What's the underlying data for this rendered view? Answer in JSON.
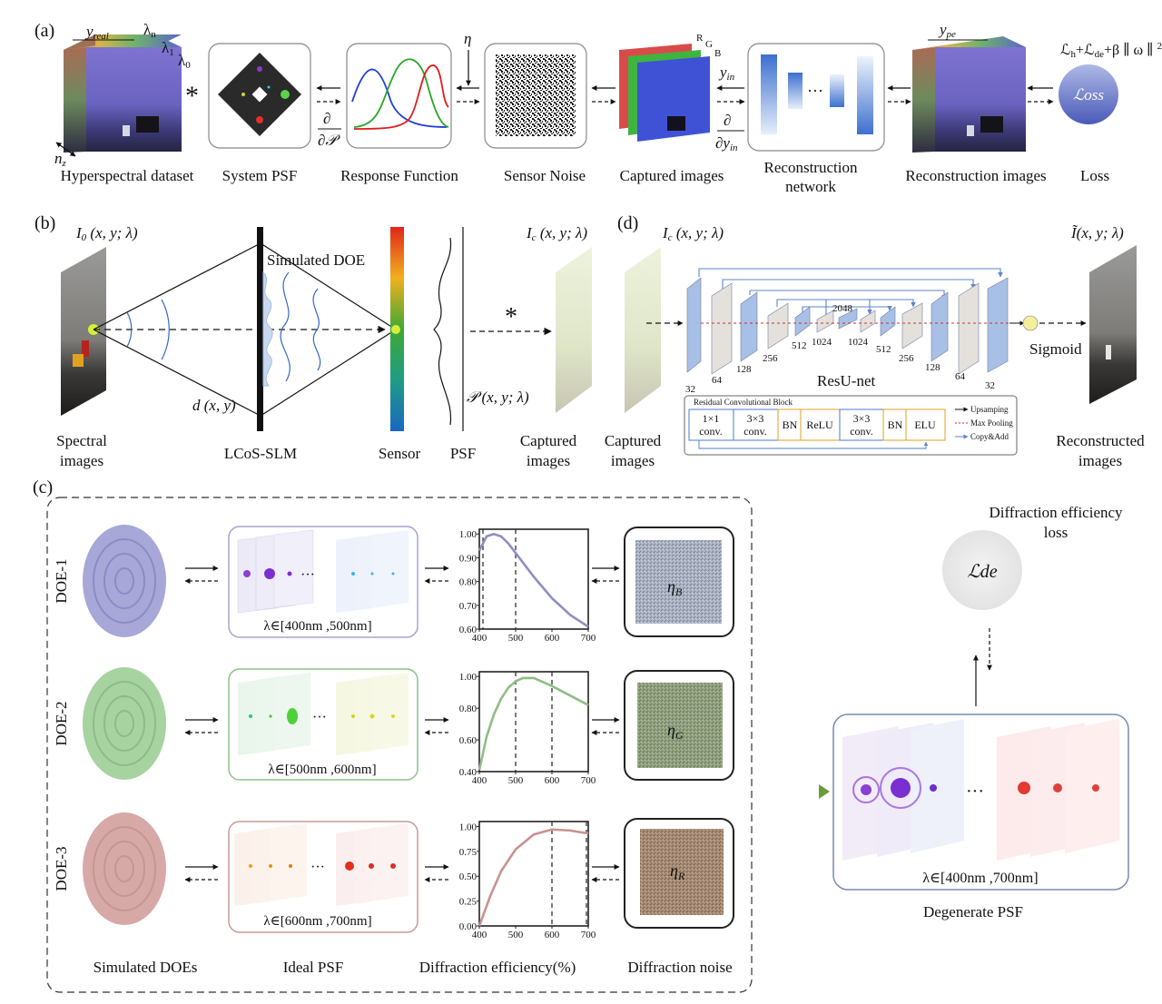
{
  "panel_a": {
    "tag": "(a)",
    "cube_labels": {
      "yreal": "y",
      "yreal_sub": "real",
      "lam_n": "λ",
      "lam_n_sub": "n",
      "lam_1": "λ",
      "lam_1_sub": "1",
      "lam_0": "λ",
      "lam_0_sub": "0",
      "nz": "n",
      "nz_sub": "z"
    },
    "conv_symbol": "*",
    "eta": "η",
    "partial_p_num": "∂",
    "partial_p_den": "∂𝒫",
    "y_in": "y",
    "y_in_sub": "in",
    "partial_y_num": "∂",
    "partial_y_den": "∂y",
    "partial_y_den_sub": "in",
    "rgb": [
      "R",
      "G",
      "B"
    ],
    "dots": "···",
    "ype": "y",
    "ype_sub": "pe",
    "loss_formula": "ℒ",
    "loss_formula_parts": [
      "h",
      "+ℒ",
      "de",
      "+β ∥ ω ∥ ",
      "2"
    ],
    "loss_circle": "ℒoss",
    "captions": [
      "Hyperspectral dataset",
      "System PSF",
      "Response Function",
      "Sensor Noise",
      "Captured  images",
      "Reconstruction",
      "network",
      "Reconstruction images",
      "Loss"
    ]
  },
  "panel_b": {
    "tag": "(b)",
    "i0": "I",
    "i0_sub": "0",
    "i0_args": " (x, y; λ)",
    "doe_label": "Simulated DOE",
    "d_label": "d (x, y)",
    "psf_label": "𝒫 (x, y; λ)",
    "conv_symbol": "*",
    "ic": "I",
    "ic_sub": "c",
    "ic_args": " (x, y; λ)",
    "captions": [
      "Spectral",
      "images",
      "LCoS-SLM",
      "Sensor",
      "PSF",
      "Captured",
      "images"
    ]
  },
  "panel_d": {
    "tag": "(d)",
    "ic": "I",
    "ic_sub": "c",
    "ic_args": " (x, y; λ)",
    "itilde": "Ĩ(x, y; λ)",
    "channels_down": [
      "32",
      "64",
      "128",
      "256",
      "512",
      "1024"
    ],
    "channel_bottom": "2048",
    "channels_up": [
      "1024",
      "512",
      "256",
      "128",
      "64",
      "32"
    ],
    "net_name": "ResU-net",
    "sigmoid": "Sigmoid",
    "block_title": "Residual Convolutional Block",
    "block_cells": [
      "1×1",
      "conv.",
      "3×3",
      "conv.",
      "BN",
      "ReLU",
      "3×3",
      "conv.",
      "BN",
      "ELU"
    ],
    "legend": [
      "Upsamping",
      "Max Pooling",
      "Copy&Add"
    ],
    "captions": [
      "Captured",
      "images",
      "Reconstructed",
      "images"
    ]
  },
  "panel_c": {
    "tag": "(c)",
    "doe_names": [
      "DOE-1",
      "DOE-2",
      "DOE-3"
    ],
    "ranges": [
      "λ∈[400nm ,500nm]",
      "λ∈[500nm ,600nm]",
      "λ∈[600nm ,700nm]"
    ],
    "dots": "···",
    "noise": [
      "η",
      "B",
      "η",
      "G",
      "η",
      "R"
    ],
    "captions": [
      "Simulated DOEs",
      "Ideal PSF",
      "Diffraction efficiency(%)",
      "Diffraction noise"
    ],
    "de_loss_title": [
      "Diffraction efficiency",
      "loss"
    ],
    "de_loss_symbol": "ℒde",
    "degenerate_range": "λ∈[400nm ,700nm]",
    "degenerate_caption": "Degenerate PSF"
  },
  "chart_data": [
    {
      "type": "line",
      "x": [
        400,
        420,
        440,
        460,
        480,
        500,
        550,
        600,
        650,
        700
      ],
      "series": [
        {
          "values": [
            0.93,
            0.99,
            1.0,
            0.99,
            0.96,
            0.92,
            0.82,
            0.73,
            0.66,
            0.61
          ]
        }
      ],
      "xticks": [
        "400",
        "500",
        "600",
        "700"
      ],
      "yticks": [
        "0.60",
        "0.70",
        "0.80",
        "0.90",
        "1.00"
      ],
      "xlim": [
        400,
        700
      ],
      "ylim": [
        0.6,
        1.02
      ],
      "vlines": [
        410,
        500
      ],
      "color": "#8e8fc2"
    },
    {
      "type": "line",
      "x": [
        400,
        420,
        440,
        460,
        480,
        500,
        520,
        550,
        600,
        650,
        700
      ],
      "series": [
        {
          "values": [
            0.41,
            0.62,
            0.76,
            0.86,
            0.93,
            0.97,
            0.99,
            0.99,
            0.94,
            0.88,
            0.82
          ]
        }
      ],
      "xticks": [
        "400",
        "500",
        "600",
        "700"
      ],
      "yticks": [
        "0.40",
        "0.60",
        "0.80",
        "1.00"
      ],
      "xlim": [
        400,
        700
      ],
      "ylim": [
        0.4,
        1.03
      ],
      "vlines": [
        500,
        600
      ],
      "color": "#8ebd85"
    },
    {
      "type": "line",
      "x": [
        400,
        430,
        460,
        500,
        550,
        600,
        650,
        700
      ],
      "series": [
        {
          "values": [
            0.0,
            0.3,
            0.55,
            0.77,
            0.92,
            0.97,
            0.96,
            0.93
          ]
        }
      ],
      "xticks": [
        "400",
        "500",
        "600",
        "700"
      ],
      "yticks": [
        "0.00",
        "0.25",
        "0.50",
        "0.75",
        "1.00"
      ],
      "xlim": [
        400,
        700
      ],
      "ylim": [
        0.0,
        1.05
      ],
      "vlines": [
        600,
        695
      ],
      "color": "#c99290"
    },
    {
      "type": "line",
      "x": [
        400,
        450,
        500,
        550,
        600,
        650,
        700
      ],
      "series": [
        {
          "name": "",
          "values": [
            0.3,
            0.85,
            0.55,
            0.25,
            0.2,
            0.25,
            0.3
          ]
        },
        {
          "name": "",
          "values": [
            0.2,
            0.3,
            0.5,
            0.95,
            0.75,
            0.35,
            0.45
          ]
        },
        {
          "name": "",
          "values": [
            0.15,
            0.2,
            0.25,
            0.35,
            0.55,
            0.9,
            0.5
          ]
        }
      ],
      "colors": [
        "#1f3ed6",
        "#2aa42a",
        "#e01b1b"
      ]
    }
  ],
  "colors": {
    "doe1": "#9b9cd1",
    "doe2": "#98c792",
    "doe3": "#c79a99",
    "noise_b": "#9ea7b8",
    "noise_g": "#8fa27f",
    "noise_r": "#a88a72",
    "unet_blue": "#a9c0e6",
    "unet_gray": "#e4e1dc",
    "arrow_accent": "#2fc4c6"
  }
}
